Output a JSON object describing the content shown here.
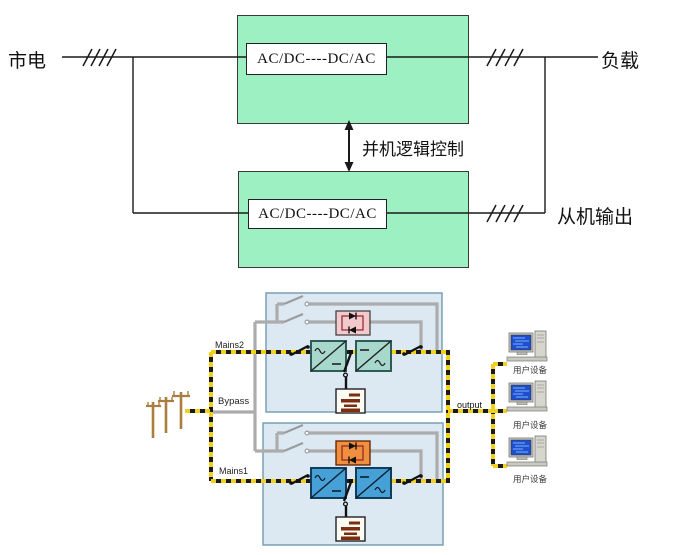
{
  "top_diagram": {
    "mains_label": "市电",
    "load_label": "负载",
    "slave_output_label": "从机输出",
    "parallel_control_label": "并机逻辑控制",
    "master_ups_text": "AC/DC----DC/AC",
    "slave_ups_text": "AC/DC----DC/AC",
    "colors": {
      "ups_box_fill": "#9df0c2",
      "line": "#1a1a1a"
    }
  },
  "bottom_diagram": {
    "labels": {
      "mains2": "Mains2",
      "bypass": "Bypass",
      "mains1": "Mains1",
      "output": "output"
    },
    "user_devices": [
      {
        "label": "用户设备"
      },
      {
        "label": "用户设备"
      },
      {
        "label": "用户设备"
      }
    ],
    "colors": {
      "ups_unit_fill": "#dce9f2",
      "ups_unit_border": "#7aa0b4",
      "bypass_line_gray": "#acacac",
      "power_line_yellow": "#f3cf1e",
      "power_line_black": "#1a1a1a",
      "static_switch_upper_fill": "#f4c9cd",
      "static_switch_lower_fill": "#f08f3e",
      "converter_upper_fill": "#a8d8cb",
      "converter_lower_fill": "#47a1d7",
      "battery_plate": "#7b2e12",
      "utility_pole": "#a87f3e",
      "monitor_screen": "#1d4fd0"
    }
  }
}
